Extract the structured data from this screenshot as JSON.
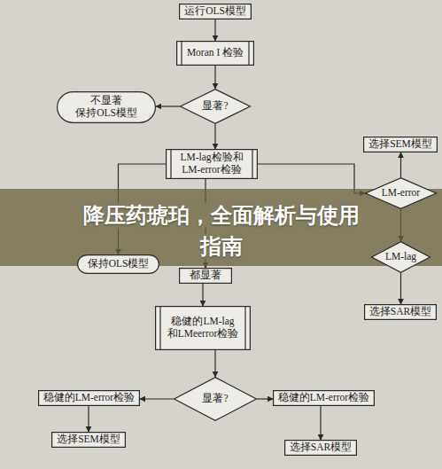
{
  "diagram": {
    "title": "降压药琥珀，全面解析与使用指南",
    "nodes": [
      {
        "text": [
          "运行OLS模型"
        ]
      },
      {
        "text": [
          "Moran I 检验"
        ]
      },
      {
        "text": [
          "显著?"
        ]
      },
      {
        "text": [
          "不显著 保持OLS模型"
        ]
      },
      {
        "text": [
          "LM-lag检验和 LM-error检验"
        ]
      },
      {
        "text": [
          "选择SEM模型"
        ]
      },
      {
        "text": [
          "LM-error"
        ]
      },
      {
        "text": [
          "LM-lag"
        ]
      },
      {
        "text": [
          "选择SAR模型"
        ]
      },
      {
        "text": [
          "保持OLS模型"
        ]
      },
      {
        "text": [
          "都显著"
        ]
      },
      {
        "text": [
          "稳健的LM-lag 和LMeerror检验"
        ]
      },
      {
        "text": [
          "显著?"
        ]
      },
      {
        "text": [
          "稳健的LM-error检验"
        ]
      },
      {
        "text": [
          "稳健的LM-error检验"
        ]
      },
      {
        "text": [
          "选择SEM模型"
        ]
      },
      {
        "text": [
          "选择SAR模型"
        ]
      }
    ],
    "edges": [
      {
        "from": 0,
        "to": 1,
        "arrow": "to"
      },
      {
        "from": 1,
        "to": 2,
        "arrow": "to"
      },
      {
        "from": 2,
        "to": 3,
        "arrow": "to"
      },
      {
        "from": 2,
        "to": 4,
        "arrow": "to"
      },
      {
        "from": 4,
        "to": 6,
        "arrow": "to"
      },
      {
        "from": 6,
        "to": 5,
        "arrow": "to"
      },
      {
        "from": 6,
        "to": 7,
        "arrow": "to"
      },
      {
        "from": 7,
        "to": 8,
        "arrow": "to"
      },
      {
        "from": 4,
        "to": 9,
        "arrow": "to"
      },
      {
        "from": 4,
        "to": 10,
        "arrow": "to"
      },
      {
        "from": 10,
        "to": 11,
        "arrow": "to"
      },
      {
        "from": 11,
        "to": 12,
        "arrow": "to"
      },
      {
        "from": 12,
        "to": 13,
        "arrow": "to"
      },
      {
        "from": 12,
        "to": 14,
        "arrow": "to"
      },
      {
        "from": 13,
        "to": 15,
        "arrow": "to"
      },
      {
        "from": 14,
        "to": 16,
        "arrow": "to"
      }
    ]
  }
}
